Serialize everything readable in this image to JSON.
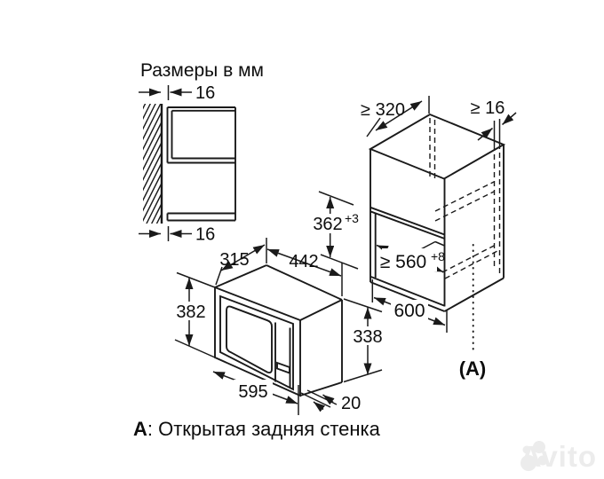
{
  "title": "Размеры в мм",
  "note": {
    "prefix": "A",
    "rest": ": Открытая задняя стенка"
  },
  "watermark": {
    "text": "Avito"
  },
  "diagram": {
    "wall_section": {
      "gap_top": "16",
      "gap_bottom": "16"
    },
    "microwave": {
      "depth": "315",
      "width_top": "442",
      "height_left": "382",
      "height_right": "338",
      "width_bottom": "595",
      "frame_depth": "20"
    },
    "cabinet": {
      "min_depth": "≥ 320",
      "min_clearance": "≥ 16",
      "niche_height": "362",
      "niche_height_tol": "+3",
      "min_width": "≥ 560",
      "min_width_tol": "+8",
      "outer_width": "600",
      "callout": "(A)"
    }
  }
}
